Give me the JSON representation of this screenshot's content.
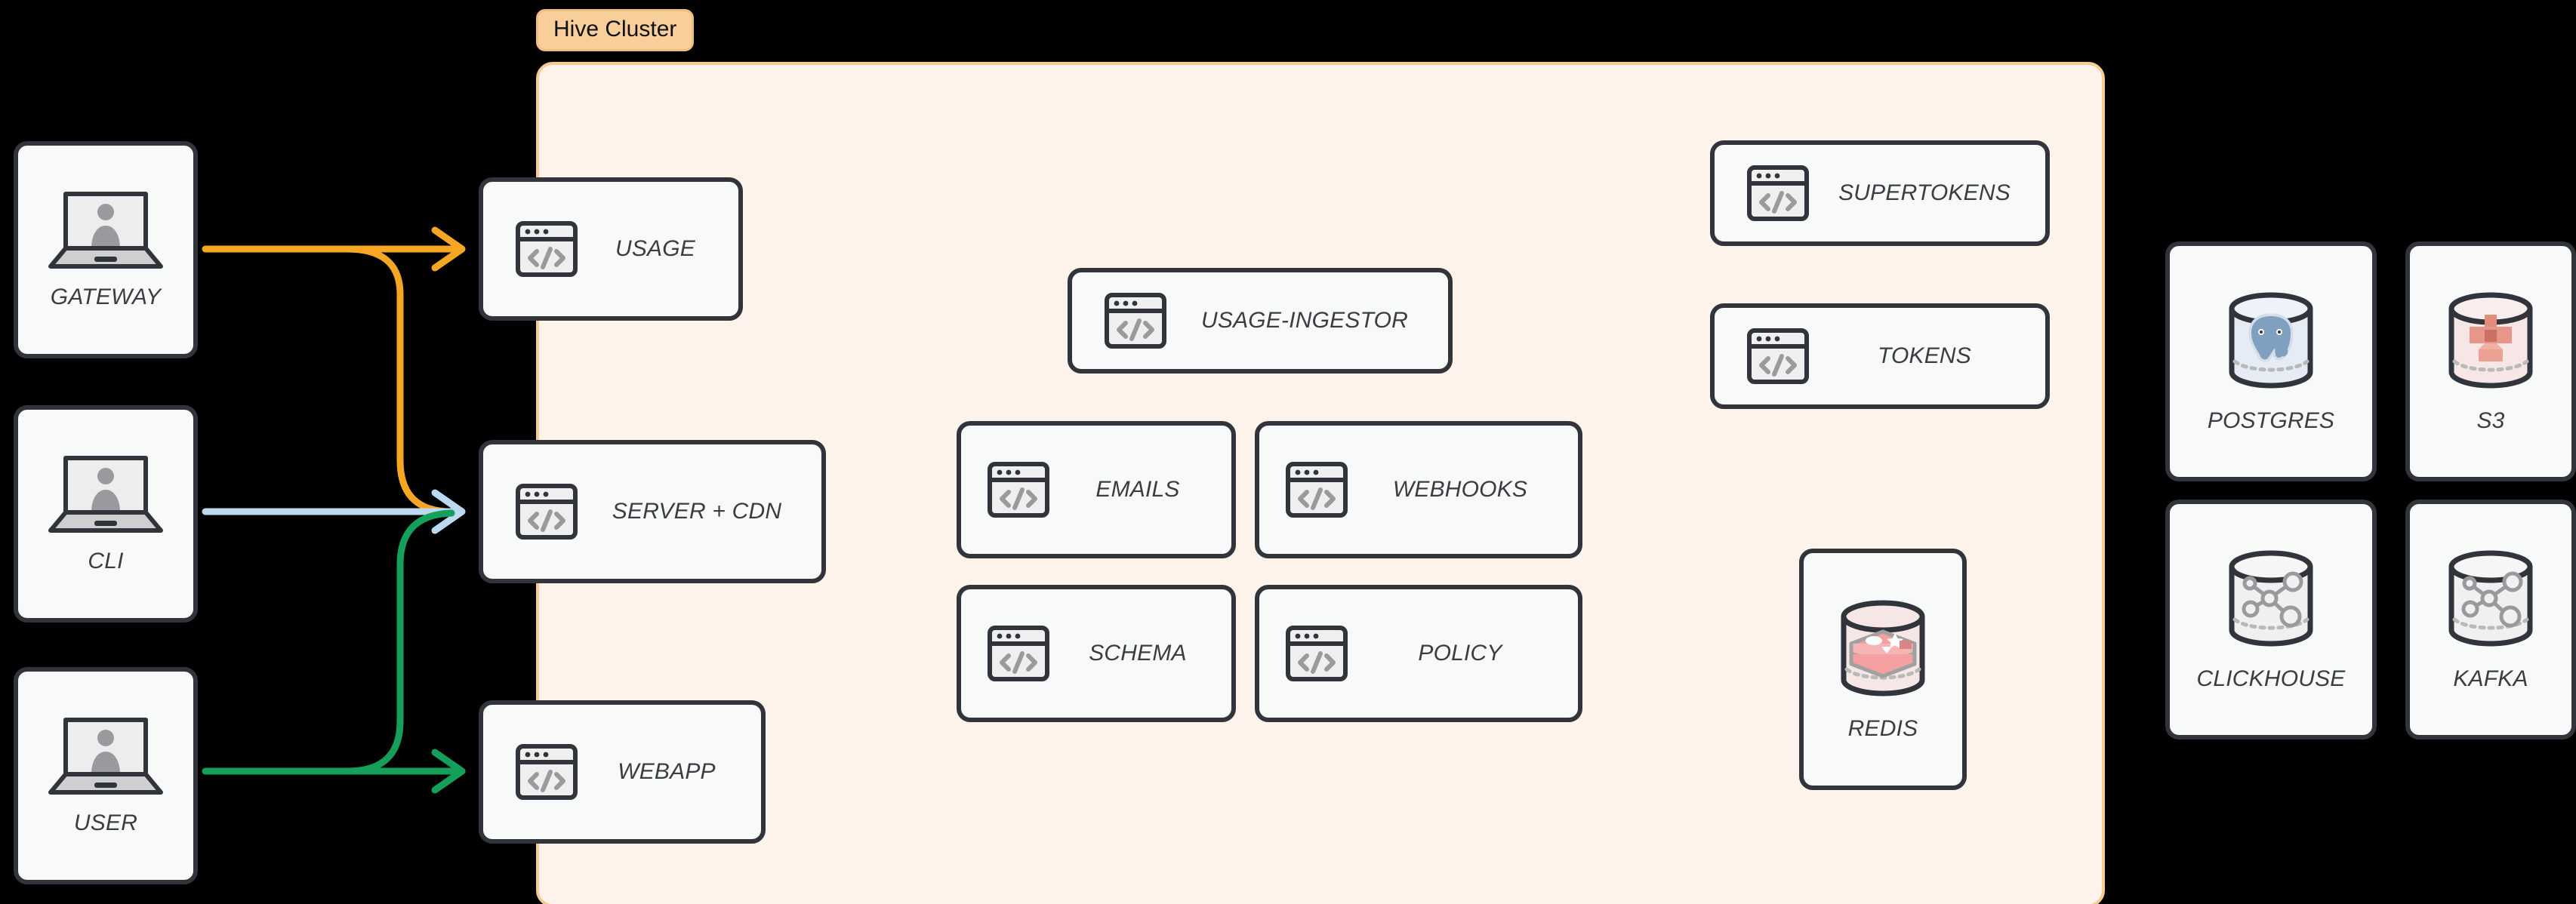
{
  "cluster": {
    "label": "Hive Cluster",
    "border_color": "#F6CB96",
    "fill_color": "#FDF3EA",
    "badge_color": "#F8CE9A"
  },
  "clients": [
    {
      "id": "gateway",
      "label": "GATEWAY",
      "icon": "laptop-user-icon"
    },
    {
      "id": "cli",
      "label": "CLI",
      "icon": "laptop-user-icon"
    },
    {
      "id": "user",
      "label": "USER",
      "icon": "laptop-user-icon"
    }
  ],
  "edge_services": [
    {
      "id": "usage",
      "label": "USAGE",
      "icon": "code-window-icon"
    },
    {
      "id": "server-cdn",
      "label": "SERVER + CDN",
      "icon": "code-window-icon"
    },
    {
      "id": "webapp",
      "label": "WEBAPP",
      "icon": "code-window-icon"
    }
  ],
  "cluster_services": [
    {
      "id": "usage-ingestor",
      "label": "USAGE-INGESTOR",
      "icon": "code-window-icon"
    },
    {
      "id": "emails",
      "label": "EMAILS",
      "icon": "code-window-icon"
    },
    {
      "id": "webhooks",
      "label": "WEBHOOKS",
      "icon": "code-window-icon"
    },
    {
      "id": "schema",
      "label": "SCHEMA",
      "icon": "code-window-icon"
    },
    {
      "id": "policy",
      "label": "POLICY",
      "icon": "code-window-icon"
    },
    {
      "id": "supertokens",
      "label": "SUPERTOKENS",
      "icon": "code-window-icon"
    },
    {
      "id": "tokens",
      "label": "TOKENS",
      "icon": "code-window-icon"
    }
  ],
  "cluster_stores": [
    {
      "id": "redis",
      "label": "REDIS",
      "icon": "redis-database-icon",
      "accent": "#F0A9A4"
    }
  ],
  "external_stores": [
    {
      "id": "postgres",
      "label": "POSTGRES",
      "icon": "postgres-database-icon",
      "accent": "#7FA0C0"
    },
    {
      "id": "s3",
      "label": "S3",
      "icon": "s3-database-icon",
      "accent": "#E28C7E"
    },
    {
      "id": "clickhouse",
      "label": "CLICKHOUSE",
      "icon": "generic-database-icon",
      "accent": "#9A9A9A"
    },
    {
      "id": "kafka",
      "label": "KAFKA",
      "icon": "generic-database-icon",
      "accent": "#9A9A9A"
    }
  ],
  "connections": [
    {
      "id": "gateway-to-usage",
      "from": "GATEWAY",
      "to": "USAGE",
      "color": "#F5A623"
    },
    {
      "id": "gateway-to-server-cdn",
      "from": "GATEWAY",
      "to": "SERVER + CDN",
      "color": "#F5A623"
    },
    {
      "id": "cli-to-server-cdn",
      "from": "CLI",
      "to": "SERVER + CDN",
      "color": "#BDD9F0"
    },
    {
      "id": "user-to-server-cdn",
      "from": "USER",
      "to": "SERVER + CDN",
      "color": "#14A05A"
    },
    {
      "id": "user-to-webapp",
      "from": "USER",
      "to": "WEBAPP",
      "color": "#14A05A"
    }
  ],
  "palette": {
    "background": "#000000",
    "node_border": "#31353B",
    "node_fill": "#F8FAF9",
    "caption": "#3A3D42",
    "orange": "#F5A623",
    "blue": "#BDD9F0",
    "green": "#14A05A"
  }
}
